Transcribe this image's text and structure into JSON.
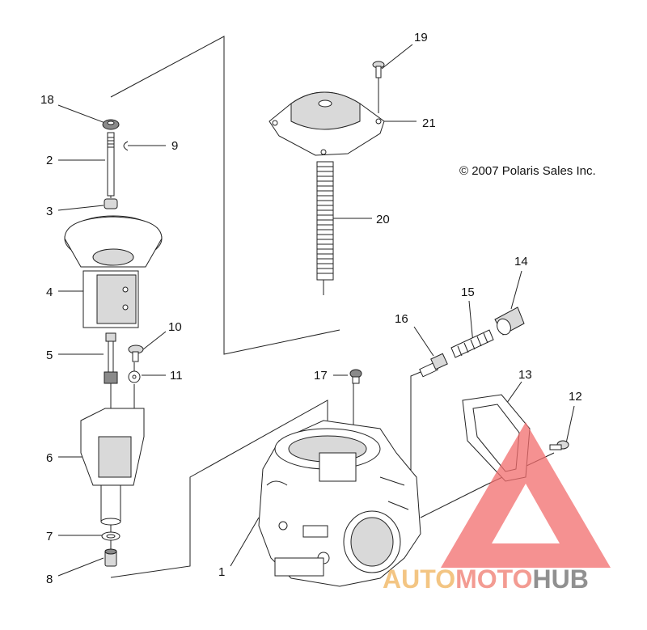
{
  "copyright": "© 2007 Polaris Sales Inc.",
  "callouts": [
    {
      "num": "1"
    },
    {
      "num": "2"
    },
    {
      "num": "3"
    },
    {
      "num": "4"
    },
    {
      "num": "5"
    },
    {
      "num": "6"
    },
    {
      "num": "7"
    },
    {
      "num": "8"
    },
    {
      "num": "9"
    },
    {
      "num": "10"
    },
    {
      "num": "11"
    },
    {
      "num": "12"
    },
    {
      "num": "13"
    },
    {
      "num": "14"
    },
    {
      "num": "15"
    },
    {
      "num": "16"
    },
    {
      "num": "17"
    },
    {
      "num": "18"
    },
    {
      "num": "19"
    },
    {
      "num": "20"
    },
    {
      "num": "21"
    }
  ],
  "watermark": {
    "part1": "AUTO",
    "part2": "MOTO",
    "part3": "HUB",
    "color_auto": "#f0b25a",
    "color_moto": "#f07a6e",
    "color_hub": "#6b6b6b",
    "triangle_color": "#f26d6d"
  }
}
